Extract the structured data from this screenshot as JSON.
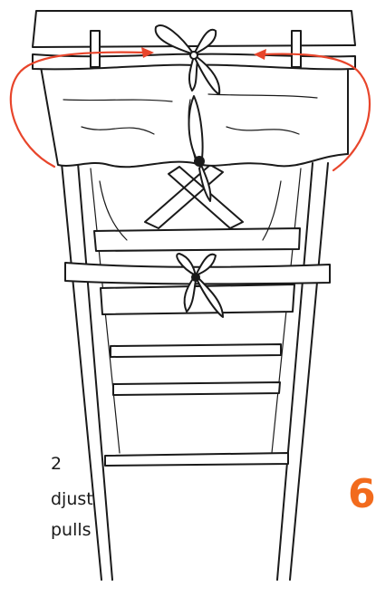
{
  "step": {
    "number": "6"
  },
  "caption": {
    "line1": "2",
    "line2": "djust",
    "line3": "pulls"
  },
  "colors": {
    "ink": "#1a1a1a",
    "guide_arrows": "#e8452b",
    "step_number": "#f26b1d",
    "background": "#ffffff"
  }
}
